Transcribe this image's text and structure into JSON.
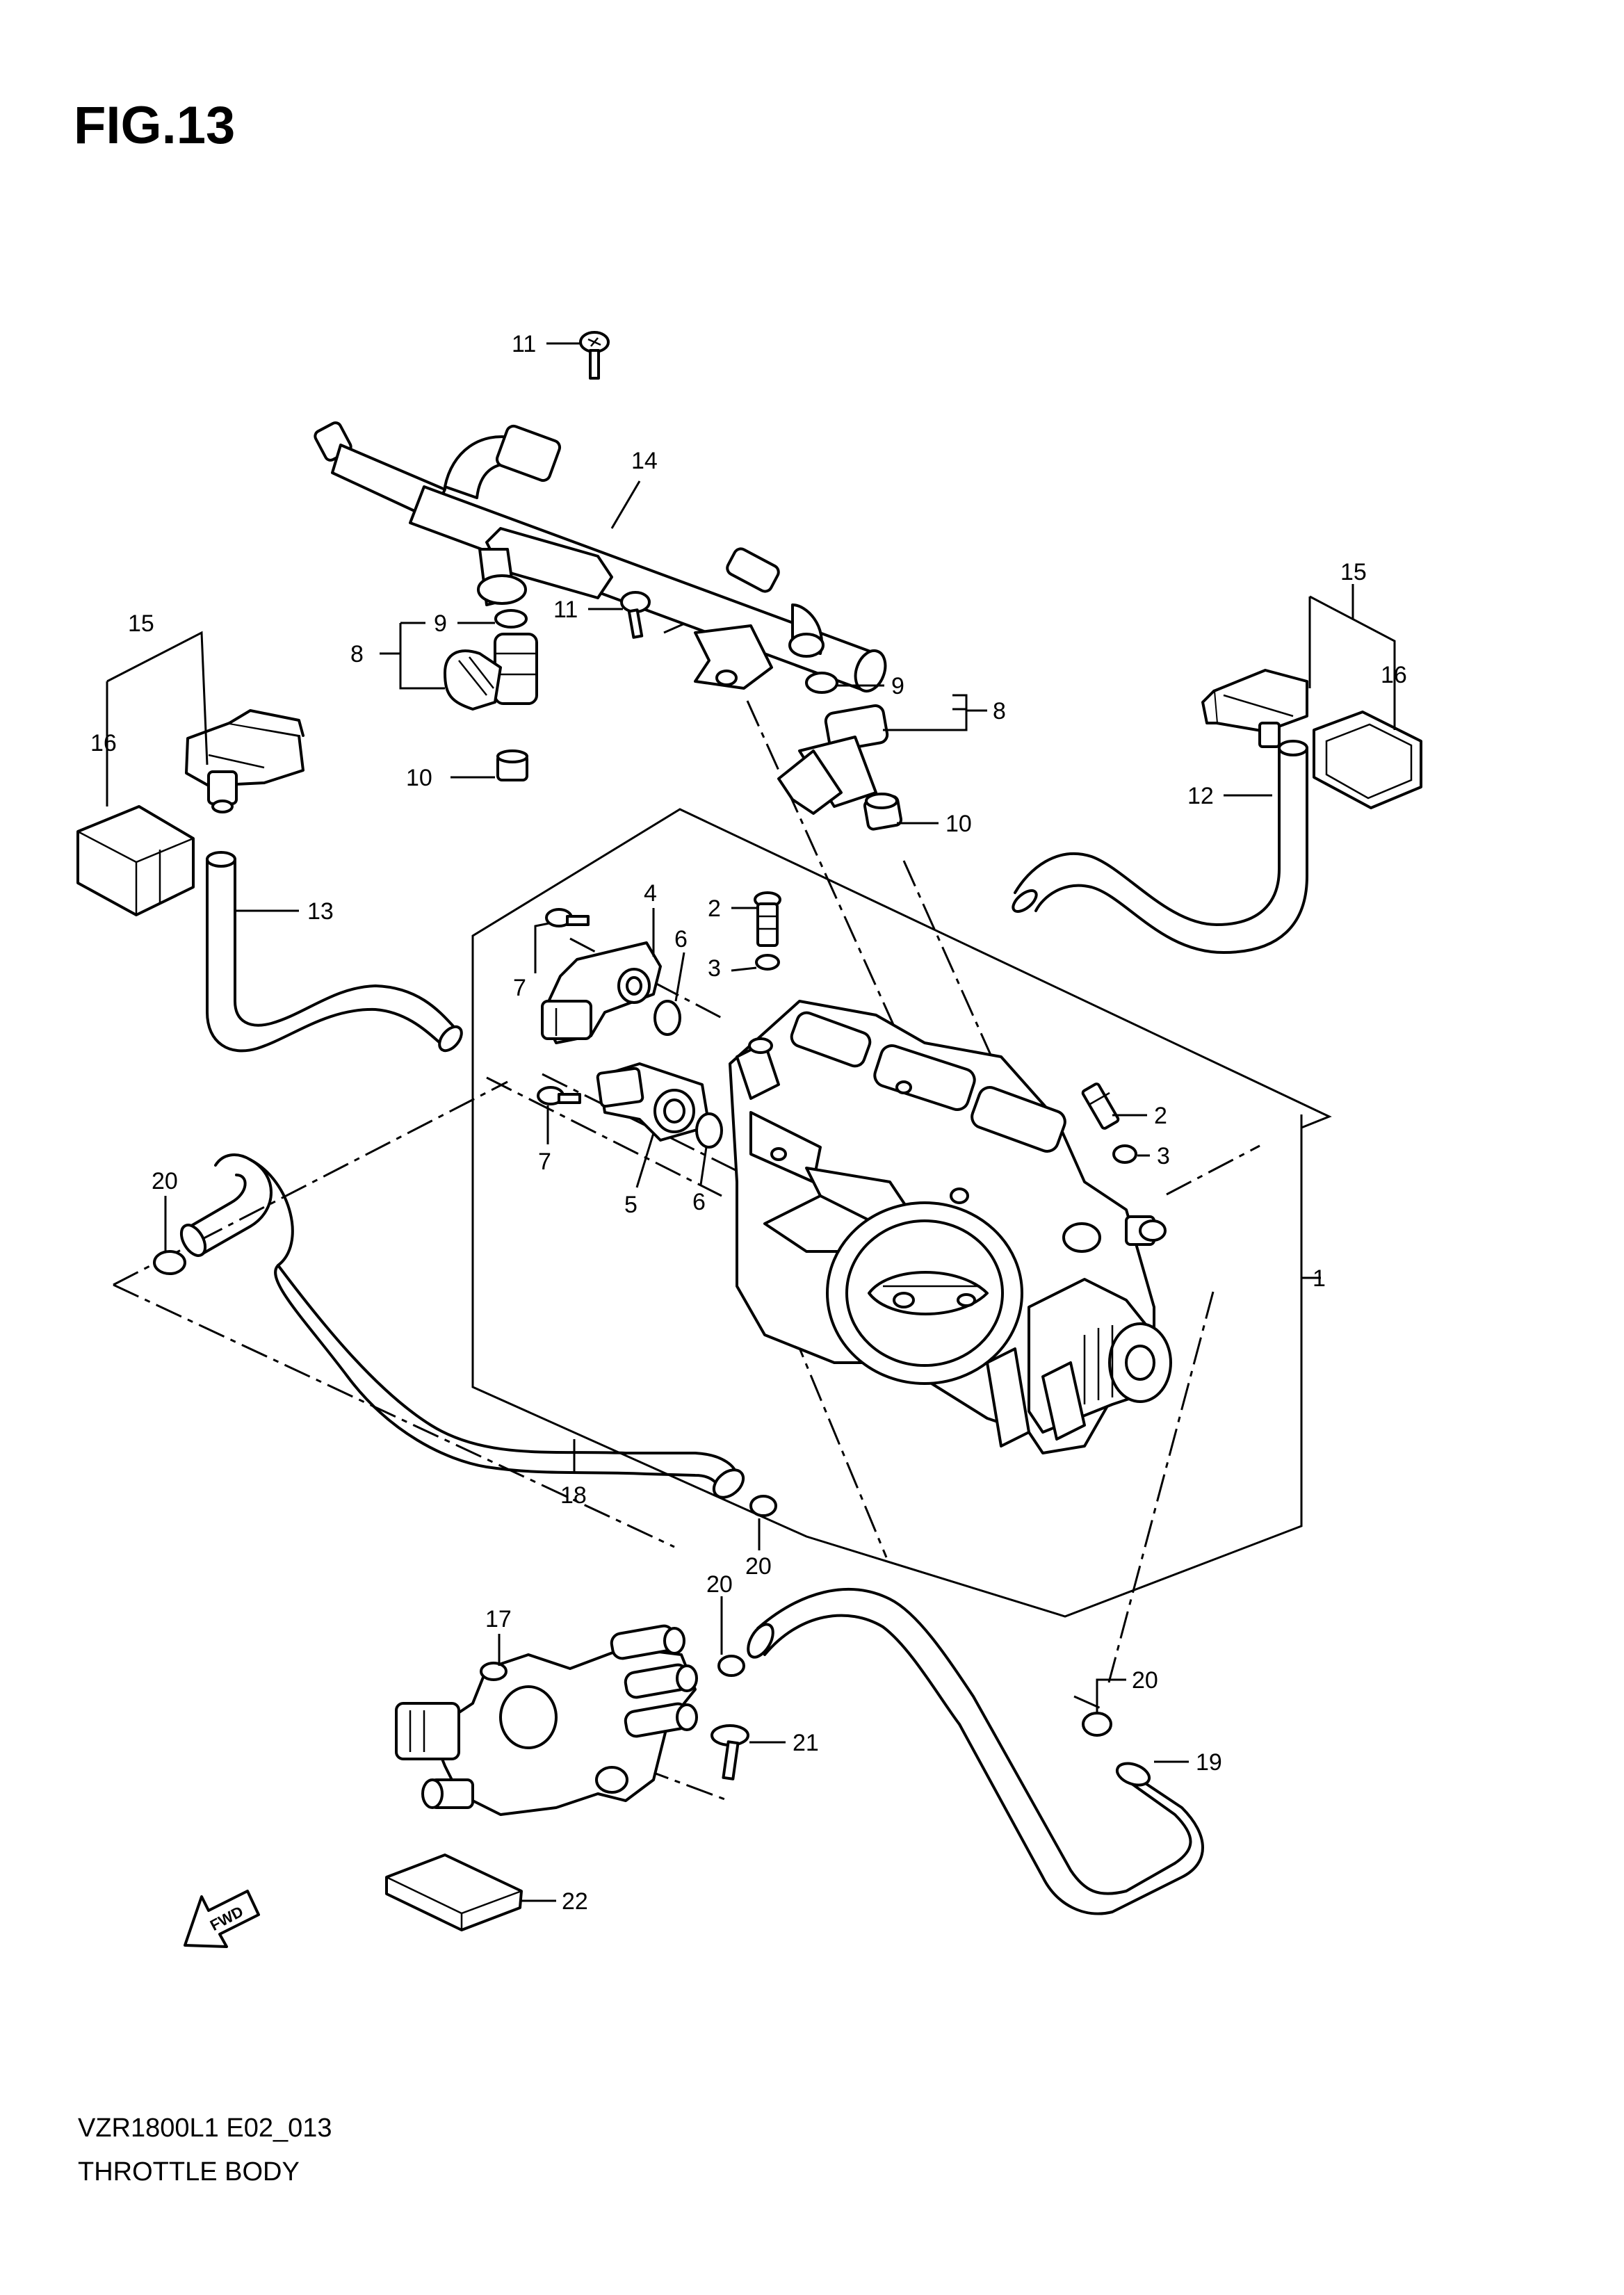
{
  "figure_label": "FIG.13",
  "model_code": "VZR1800L1 E02_013",
  "diagram_title": "THROTTLE BODY",
  "fwd_label": "FWD",
  "callouts": [
    "1",
    "2",
    "2",
    "3",
    "3",
    "4",
    "5",
    "6",
    "6",
    "7",
    "7",
    "8",
    "8",
    "9",
    "9",
    "10",
    "10",
    "11",
    "11",
    "12",
    "13",
    "14",
    "15",
    "15",
    "16",
    "16",
    "17",
    "18",
    "19",
    "20",
    "20",
    "20",
    "20",
    "21",
    "22"
  ]
}
